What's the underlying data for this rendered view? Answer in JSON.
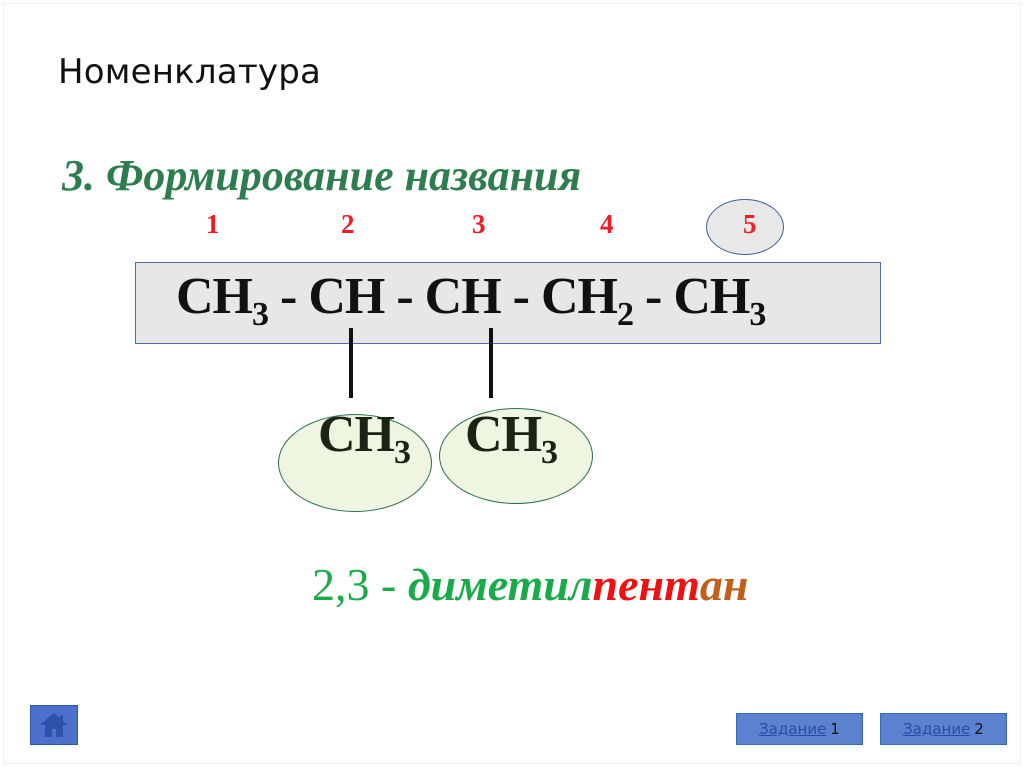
{
  "slide": {
    "title": "Номенклатура",
    "section_heading": "3. Формирование названия"
  },
  "numbering": {
    "labels": [
      "1",
      "2",
      "3",
      "4",
      "5"
    ],
    "highlighted_index": 5
  },
  "main_chain": {
    "groups": [
      {
        "atom": "CH",
        "sub": "3"
      },
      {
        "atom": "CH",
        "sub": ""
      },
      {
        "atom": "CH",
        "sub": ""
      },
      {
        "atom": "CH",
        "sub": "2"
      },
      {
        "atom": "CH",
        "sub": "3"
      }
    ],
    "separator": " - "
  },
  "branches": [
    {
      "atom": "CH",
      "sub": "3",
      "attached_to": 2
    },
    {
      "atom": "CH",
      "sub": "3",
      "attached_to": 3
    }
  ],
  "compound_name": {
    "locants": "2,3 - ",
    "substituent": "диметил",
    "root_part1": "пент",
    "root_part2": "ан",
    "colors": {
      "locants": "#1aaa4a",
      "substituent": "#1aaa4a",
      "root": "#ee1111",
      "suffix": "#c0601a"
    }
  },
  "navigation": {
    "home_icon": "home-icon",
    "task_buttons": [
      {
        "link_text": "Задание",
        "number": "1"
      },
      {
        "link_text": "Задание",
        "number": "2"
      }
    ]
  }
}
